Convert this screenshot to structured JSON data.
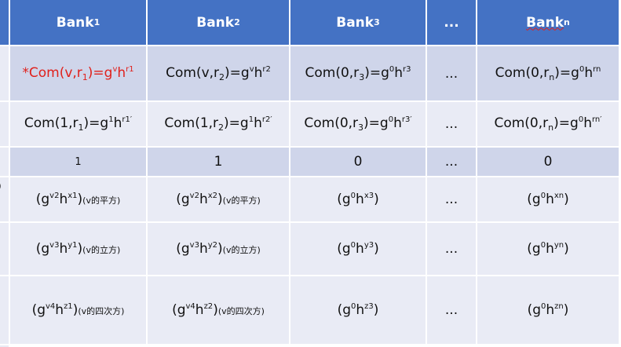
{
  "headers": [
    {
      "base": "Bank",
      "sub": "1"
    },
    {
      "base": "Bank",
      "sub": "2"
    },
    {
      "base": "Bank",
      "sub": "3"
    },
    {
      "base": "...",
      "sub": ""
    },
    {
      "base": "Bank",
      "sub": "n"
    }
  ],
  "left_marker": ")",
  "rows": [
    [
      {
        "pre": "*Com(v,r",
        "sub": "1",
        "mid": ")=g",
        "sup1": "v",
        "mid2": "h",
        "sup2": "r1",
        "note": ""
      },
      {
        "pre": "Com(v,r",
        "sub": "2",
        "mid": ")=g",
        "sup1": "v",
        "mid2": "h",
        "sup2": "r2",
        "note": ""
      },
      {
        "pre": "Com(0,r",
        "sub": "3",
        "mid": ")=g",
        "sup1": "0",
        "mid2": "h",
        "sup2": "r3",
        "note": ""
      },
      {
        "pre": "...",
        "sub": "",
        "mid": "",
        "sup1": "",
        "mid2": "",
        "sup2": "",
        "note": ""
      },
      {
        "pre": "Com(0,r",
        "sub": "n",
        "mid": ")=g",
        "sup1": "0",
        "mid2": "h",
        "sup2": "rn",
        "note": ""
      }
    ],
    [
      {
        "pre": "Com(1,r",
        "sub": "1",
        "mid": ")=g",
        "sup1": "1",
        "mid2": "h",
        "sup2": "r1′",
        "note": ""
      },
      {
        "pre": "Com(1,r",
        "sub": "2",
        "mid": ")=g",
        "sup1": "1",
        "mid2": "h",
        "sup2": "r2′",
        "note": ""
      },
      {
        "pre": "Com(0,r",
        "sub": "3",
        "mid": ")=g",
        "sup1": "0",
        "mid2": "h",
        "sup2": "r3′",
        "note": ""
      },
      {
        "pre": "...",
        "sub": "",
        "mid": "",
        "sup1": "",
        "mid2": "",
        "sup2": "",
        "note": ""
      },
      {
        "pre": "Com(0,r",
        "sub": "n",
        "mid": ")=g",
        "sup1": "0",
        "mid2": "h",
        "sup2": "rn′",
        "note": ""
      }
    ],
    [
      {
        "pre": "1",
        "sub": "",
        "mid": "",
        "sup1": "",
        "mid2": "",
        "sup2": "",
        "note": ""
      },
      {
        "pre": "1",
        "sub": "",
        "mid": "",
        "sup1": "",
        "mid2": "",
        "sup2": "",
        "note": ""
      },
      {
        "pre": "0",
        "sub": "",
        "mid": "",
        "sup1": "",
        "mid2": "",
        "sup2": "",
        "note": ""
      },
      {
        "pre": "...",
        "sub": "",
        "mid": "",
        "sup1": "",
        "mid2": "",
        "sup2": "",
        "note": ""
      },
      {
        "pre": "0",
        "sub": "",
        "mid": "",
        "sup1": "",
        "mid2": "",
        "sup2": "",
        "note": ""
      }
    ],
    [
      {
        "pre": "(g",
        "sub": "",
        "mid": "",
        "sup1": "v2",
        "mid2": "h",
        "sup2": "x1",
        "tail": ")",
        "note": "(v的平方)"
      },
      {
        "pre": "(g",
        "sub": "",
        "mid": "",
        "sup1": "v2",
        "mid2": "h",
        "sup2": "x2",
        "tail": ")",
        "note": "(v的平方)"
      },
      {
        "pre": "(g",
        "sub": "",
        "mid": "",
        "sup1": "0",
        "mid2": "h",
        "sup2": "x3",
        "tail": ")",
        "note": ""
      },
      {
        "pre": "...",
        "sub": "",
        "mid": "",
        "sup1": "",
        "mid2": "",
        "sup2": "",
        "note": ""
      },
      {
        "pre": "(g",
        "sub": "",
        "mid": "",
        "sup1": "0",
        "mid2": "h",
        "sup2": "xn",
        "tail": ")",
        "note": ""
      }
    ],
    [
      {
        "pre": "(g",
        "sub": "",
        "mid": "",
        "sup1": "v3",
        "mid2": "h",
        "sup2": "y1",
        "tail": ")",
        "note": "(v的立方)"
      },
      {
        "pre": "(g",
        "sub": "",
        "mid": "",
        "sup1": "v3",
        "mid2": "h",
        "sup2": "y2",
        "tail": ")",
        "note": "(v的立方)"
      },
      {
        "pre": "(g",
        "sub": "",
        "mid": "",
        "sup1": "0",
        "mid2": "h",
        "sup2": "y3",
        "tail": ")",
        "note": ""
      },
      {
        "pre": "...",
        "sub": "",
        "mid": "",
        "sup1": "",
        "mid2": "",
        "sup2": "",
        "note": ""
      },
      {
        "pre": "(g",
        "sub": "",
        "mid": "",
        "sup1": "0",
        "mid2": "h",
        "sup2": "yn",
        "tail": ")",
        "note": ""
      }
    ],
    [
      {
        "pre": "(g",
        "sub": "",
        "mid": "",
        "sup1": "v4",
        "mid2": "h",
        "sup2": "z1",
        "tail": ")",
        "note": "(v的四次方)"
      },
      {
        "pre": "(g",
        "sub": "",
        "mid": "",
        "sup1": "v4",
        "mid2": "h",
        "sup2": "z2",
        "tail": ")",
        "note": "(v的四次方)"
      },
      {
        "pre": "(g",
        "sub": "",
        "mid": "",
        "sup1": "0",
        "mid2": "h",
        "sup2": "z3",
        "tail": ")",
        "note": ""
      },
      {
        "pre": "...",
        "sub": "",
        "mid": "",
        "sup1": "",
        "mid2": "",
        "sup2": "",
        "note": ""
      },
      {
        "pre": "(g",
        "sub": "",
        "mid": "",
        "sup1": "0",
        "mid2": "h",
        "sup2": "zn",
        "tail": ")",
        "note": ""
      }
    ]
  ],
  "colors": {
    "header": "#4472c4",
    "row_dark": "#cfd5ea",
    "row_light": "#e9ebf5",
    "highlight": "#e0201b"
  }
}
